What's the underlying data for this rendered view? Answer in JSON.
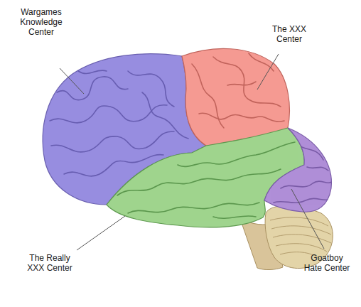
{
  "diagram": {
    "labels": [
      "Wargames Knowledge Center",
      "The XXX Center",
      "The Really XXX Center",
      "Goatboy Hate Center"
    ]
  }
}
